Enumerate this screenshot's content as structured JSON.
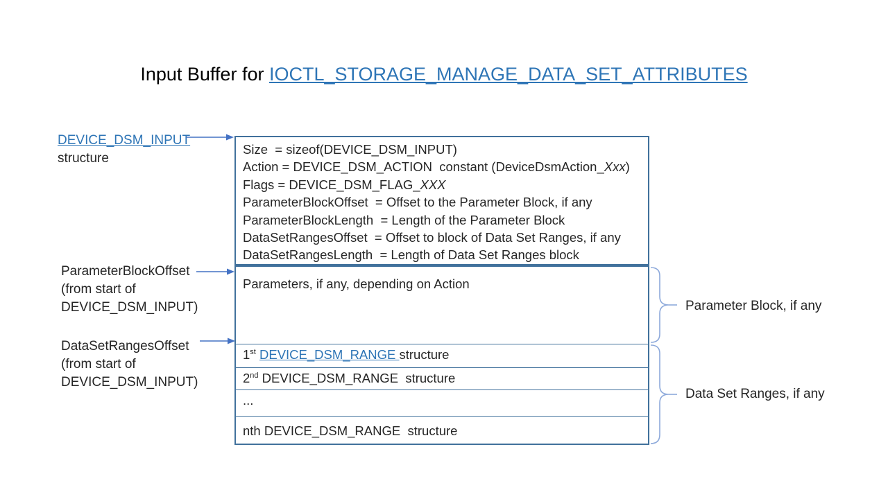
{
  "colors": {
    "hyperlink": "#2E75B6",
    "box_border": "#41719C",
    "arrow": "#4472C4",
    "brace": "#8EAADB",
    "text": "#262626"
  },
  "title": {
    "prefix": "Input Buffer for ",
    "link": "IOCTL_STORAGE_MANAGE_DATA_SET_ATTRIBUTES"
  },
  "left_labels": {
    "dsm_input": {
      "link": "DEVICE_DSM_INPUT",
      "line2": "structure"
    },
    "parameter_block_offset": {
      "line1": "ParameterBlockOffset",
      "line2": "(from start of",
      "line3": "DEVICE_DSM_INPUT)"
    },
    "data_set_ranges_offset": {
      "line1": "DataSetRangesOffset",
      "line2": "(from start of",
      "line3": "DEVICE_DSM_INPUT)"
    }
  },
  "buffer_box": {
    "header_lines": [
      {
        "pre": "Size  = sizeof(DEVICE_DSM_INPUT)",
        "italic": "",
        "post": ""
      },
      {
        "pre": "Action = DEVICE_DSM_ACTION  constant (DeviceDsmAction_",
        "italic": "Xxx",
        "post": ")"
      },
      {
        "pre": "Flags = DEVICE_DSM_FLAG_",
        "italic": "XXX",
        "post": ""
      },
      {
        "pre": "ParameterBlockOffset  = Offset to the Parameter Block, if any",
        "italic": "",
        "post": ""
      },
      {
        "pre": "ParameterBlockLength  = Length of the Parameter Block",
        "italic": "",
        "post": ""
      },
      {
        "pre": "DataSetRangesOffset  = Offset to block of Data Set Ranges, if any",
        "italic": "",
        "post": ""
      },
      {
        "pre": "DataSetRangesLength  = Length of Data Set Ranges block",
        "italic": "",
        "post": ""
      }
    ],
    "parameters_row": "Parameters, if any, depending on Action",
    "range_rows": {
      "row1": {
        "ordinal": "1",
        "sup": "st",
        "link": "DEVICE_DSM_RANGE ",
        "rest": "structure"
      },
      "row2": {
        "ordinal": "2",
        "sup": "nd",
        "rest": " DEVICE_DSM_RANGE  structure"
      },
      "row3": {
        "text": "..."
      },
      "row4": {
        "text": "nth DEVICE_DSM_RANGE  structure"
      }
    }
  },
  "right_labels": {
    "parameter_block": "Parameter Block, if any",
    "data_set_ranges": "Data Set Ranges, if any"
  }
}
